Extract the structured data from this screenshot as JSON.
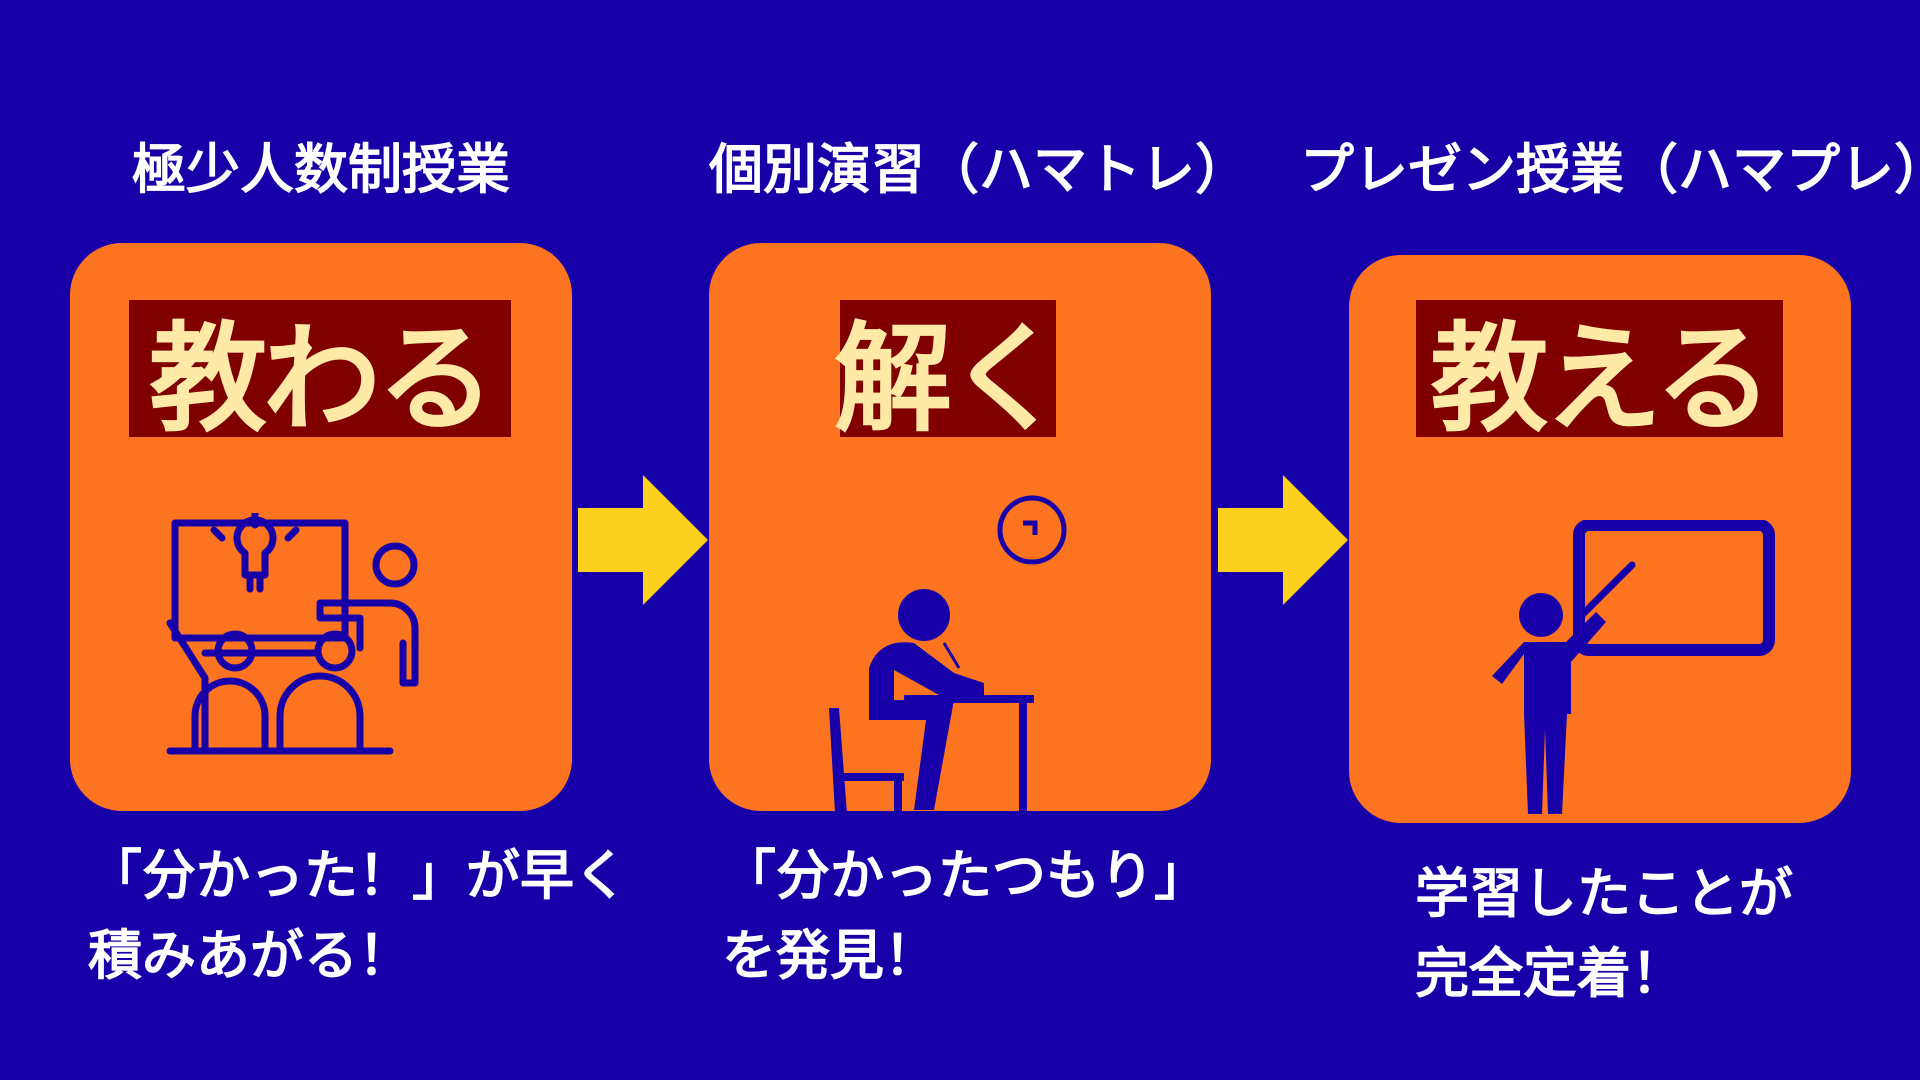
{
  "steps": [
    {
      "heading": "極少人数制授業",
      "label": "教わる",
      "desc_line1": "「分かった！」が早く",
      "desc_line2": "積みあがる！"
    },
    {
      "heading": "個別演習（ハマトレ）",
      "label": "解く",
      "desc_line1": "「分かったつもり」",
      "desc_line2": "を発見！"
    },
    {
      "heading": "プレゼン授業（ハマプレ）",
      "label": "教える",
      "desc_line1": "学習したことが",
      "desc_line2": "完全定着！"
    }
  ],
  "colors": {
    "background": "#1800A8",
    "card": "#FD7420",
    "label_bg": "#800000",
    "label_text": "#FFE9A6",
    "arrow": "#FCD01F"
  }
}
